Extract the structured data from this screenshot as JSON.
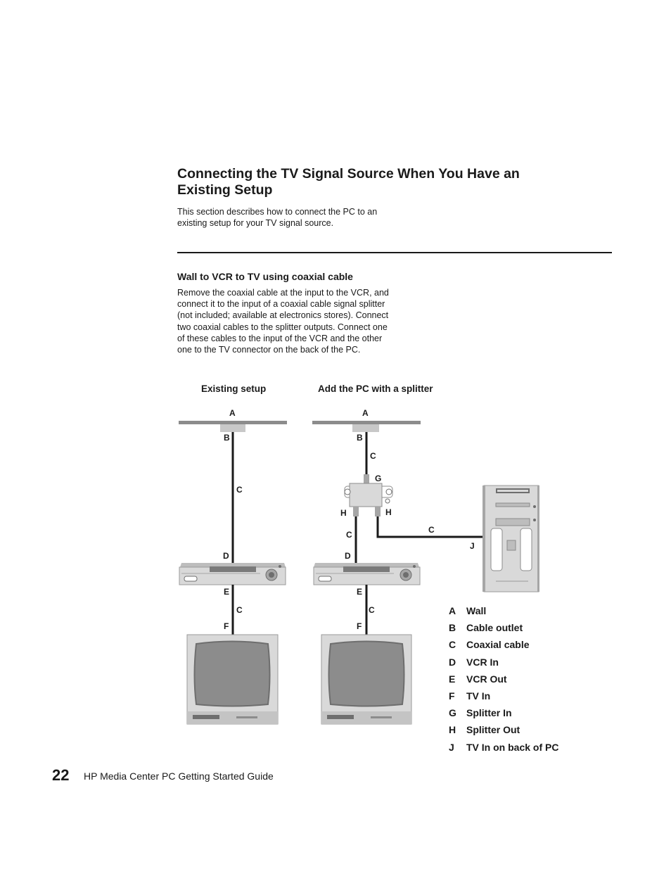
{
  "page": {
    "title": "Connecting the TV Signal Source When You Have an Existing Setup",
    "intro": "This section describes how to connect the PC to an existing setup for your TV signal source.",
    "subheading": "Wall to VCR to TV using coaxial cable",
    "body": "Remove the coaxial cable at the input to the VCR, and connect it to the input of a coaxial cable signal splitter (not included; available at electronics stores). Connect two coaxial cables to the splitter outputs. Connect one of these cables to the input of the VCR and the other one to the TV connector on the back of the PC."
  },
  "diagram": {
    "caption_existing": "Existing setup",
    "caption_add": "Add the PC with a splitter",
    "callouts": {
      "left_A": "A",
      "left_B": "B",
      "left_C1": "C",
      "left_D": "D",
      "left_E": "E",
      "left_C2": "C",
      "left_F": "F",
      "right_A": "A",
      "right_B": "B",
      "right_C1": "C",
      "right_G": "G",
      "right_H1": "H",
      "right_H2": "H",
      "right_C2": "C",
      "right_C3": "C",
      "right_J": "J",
      "right_D": "D",
      "right_E": "E",
      "right_C4": "C",
      "right_F": "F"
    },
    "colors": {
      "cable": "#1a1a1a",
      "device_light": "#d9d9d9",
      "device_mid": "#a6a6a6",
      "device_dark": "#6e6e6e"
    }
  },
  "legend": [
    {
      "key": "A",
      "label": "Wall"
    },
    {
      "key": "B",
      "label": "Cable outlet"
    },
    {
      "key": "C",
      "label": "Coaxial cable"
    },
    {
      "key": "D",
      "label": "VCR In"
    },
    {
      "key": "E",
      "label": "VCR Out"
    },
    {
      "key": "F",
      "label": "TV In"
    },
    {
      "key": "G",
      "label": "Splitter In"
    },
    {
      "key": "H",
      "label": "Splitter Out"
    },
    {
      "key": "J",
      "label": "TV In on back of PC"
    }
  ],
  "footer": {
    "page_number": "22",
    "text": "HP Media Center PC Getting Started Guide"
  }
}
